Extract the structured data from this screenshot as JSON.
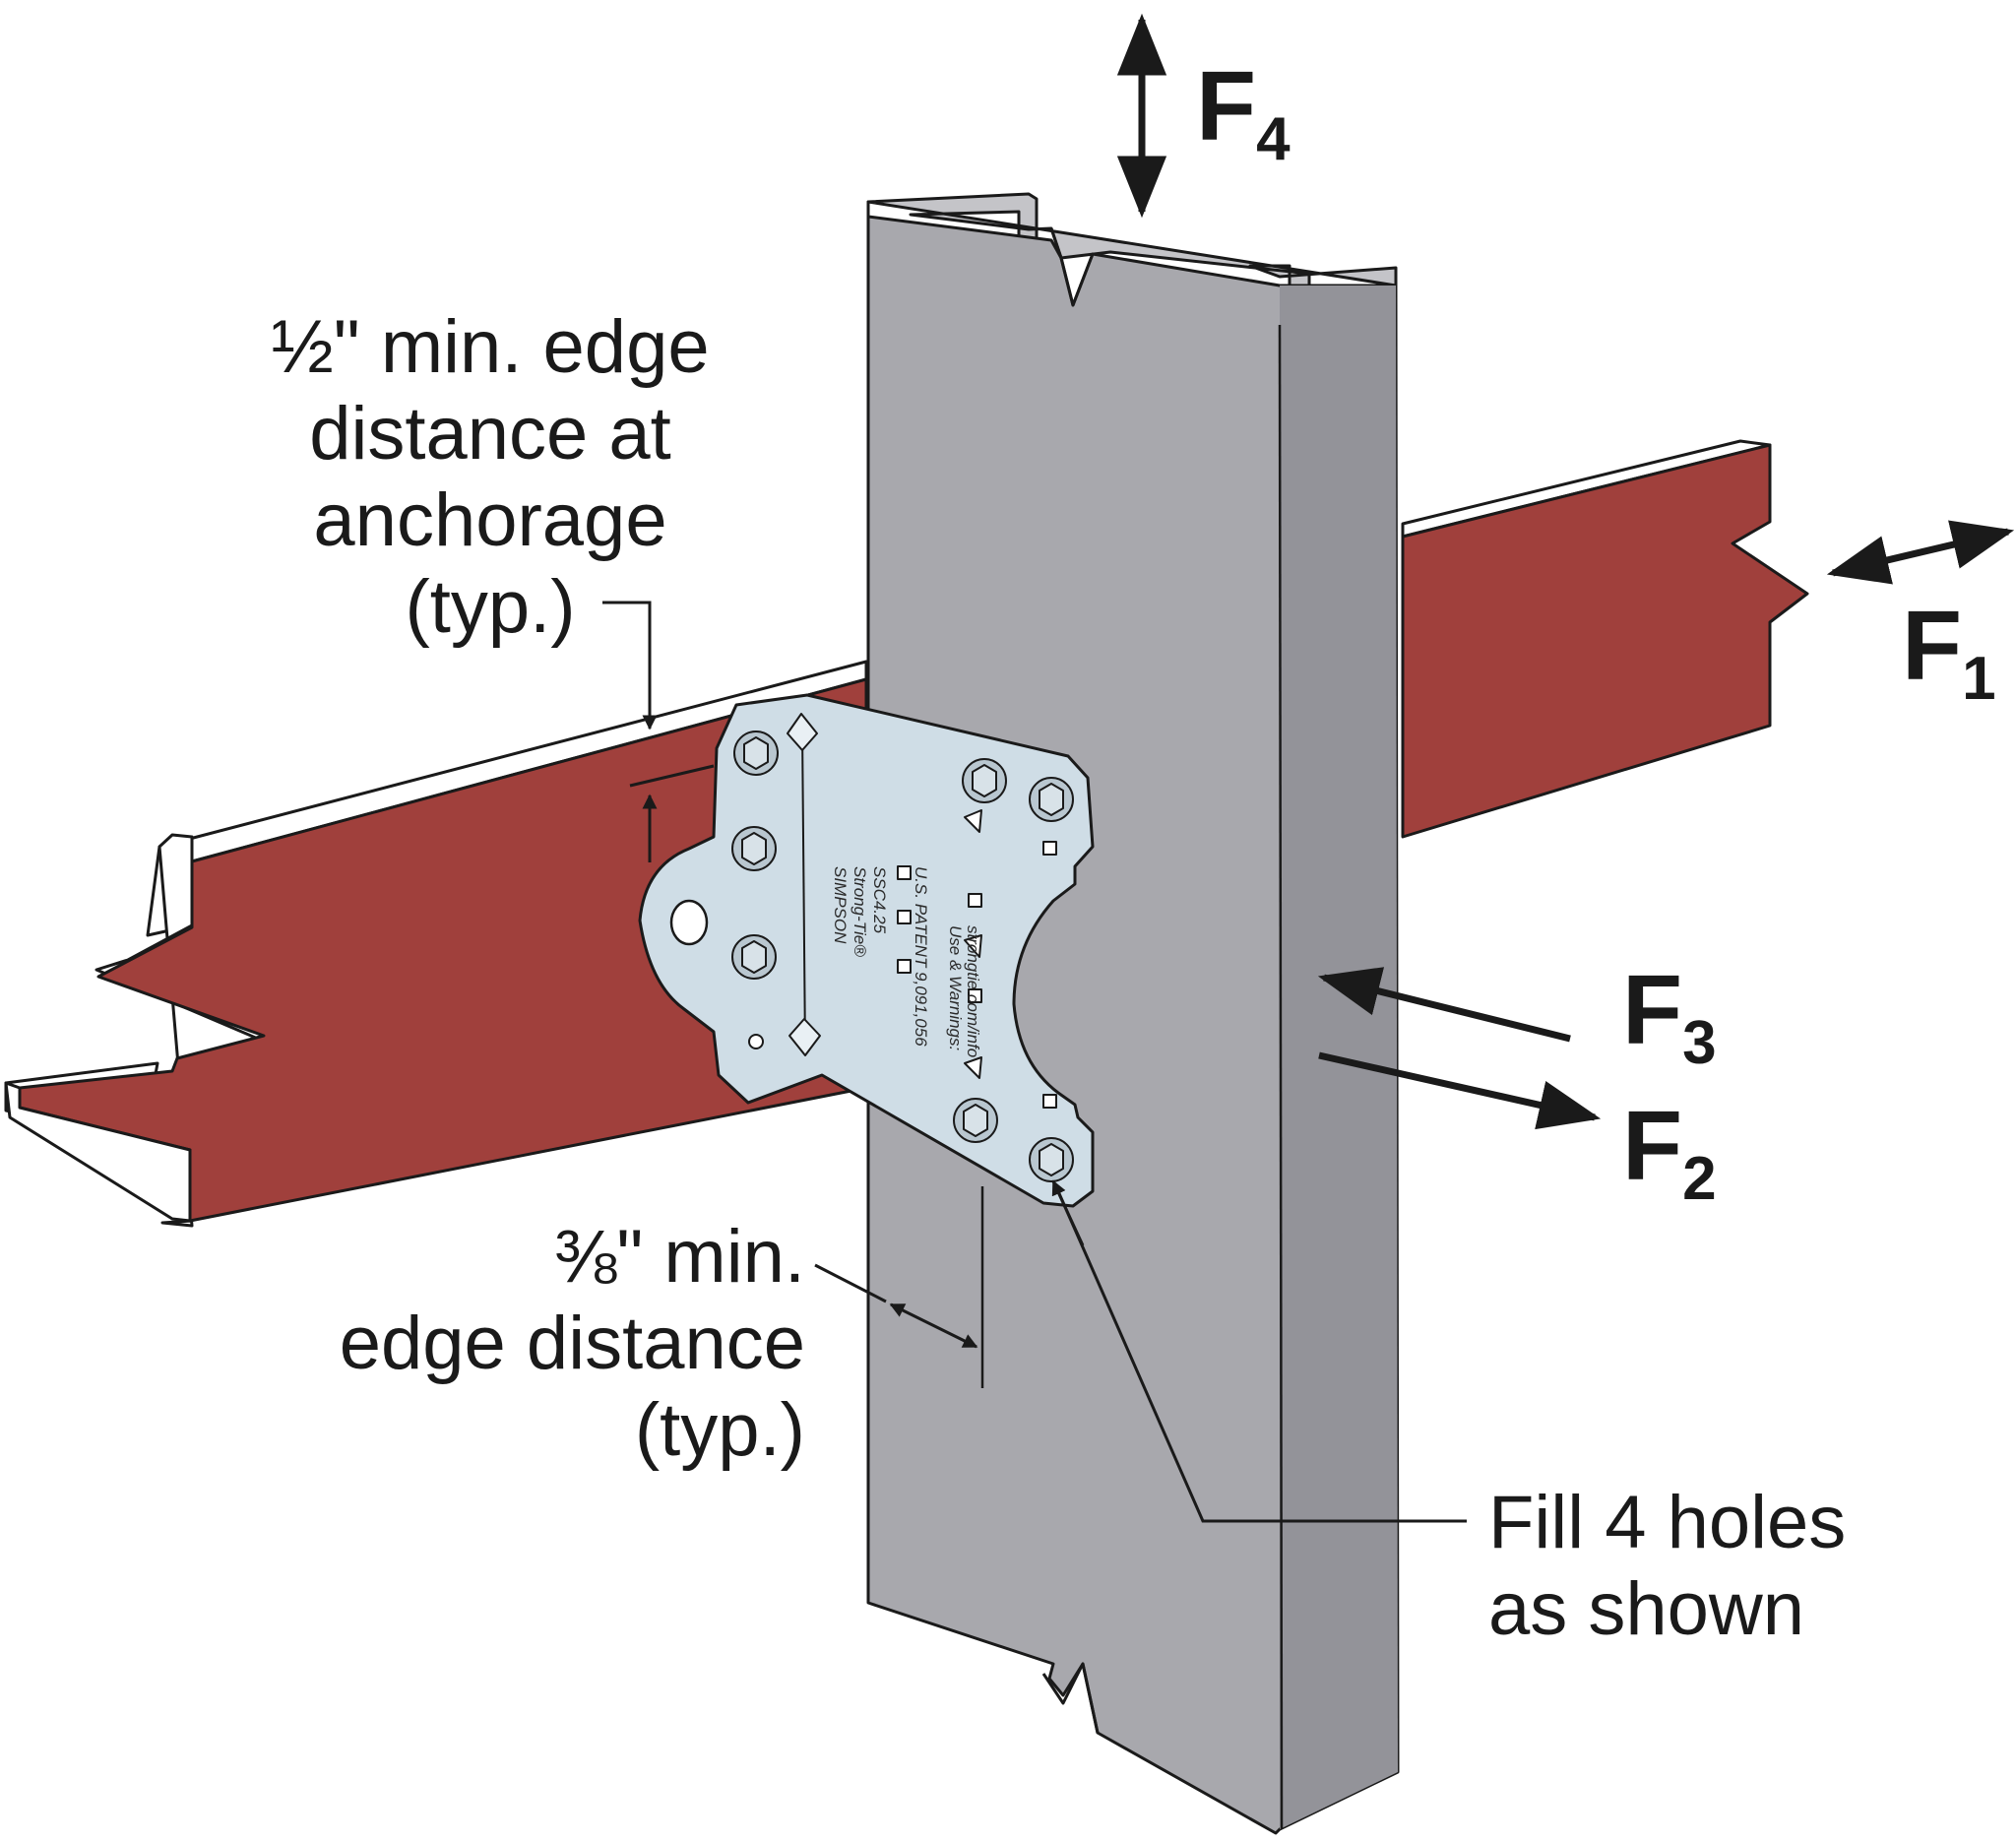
{
  "colors": {
    "beam": "#a0403c",
    "beam_flange": "#ffffff",
    "stud": "#a8a8ad",
    "stud_dark": "#939399",
    "bracket": "#cfdde6",
    "outline": "#1a1a1a"
  },
  "forces": {
    "f1": {
      "letter": "F",
      "sub": "1"
    },
    "f2": {
      "letter": "F",
      "sub": "2"
    },
    "f3": {
      "letter": "F",
      "sub": "3"
    },
    "f4": {
      "letter": "F",
      "sub": "4"
    }
  },
  "callouts": {
    "anchorage": {
      "lines": [
        "½\" min. edge",
        "distance at",
        "anchorage",
        "(typ.)"
      ]
    },
    "edge": {
      "lines": [
        "⅜\" min.",
        "edge distance",
        "(typ.)"
      ]
    },
    "fill": {
      "lines": [
        "Fill 4 holes",
        "as shown"
      ]
    }
  },
  "bracket_marks": {
    "brand_line1": "SIMPSON",
    "brand_line2": "Strong-Tie®",
    "model": "SSC4.25",
    "patent": "U.S. PATENT 9,091,056",
    "warn_line1": "Use & Warnings:",
    "warn_line2": "strongtie.com/info"
  }
}
